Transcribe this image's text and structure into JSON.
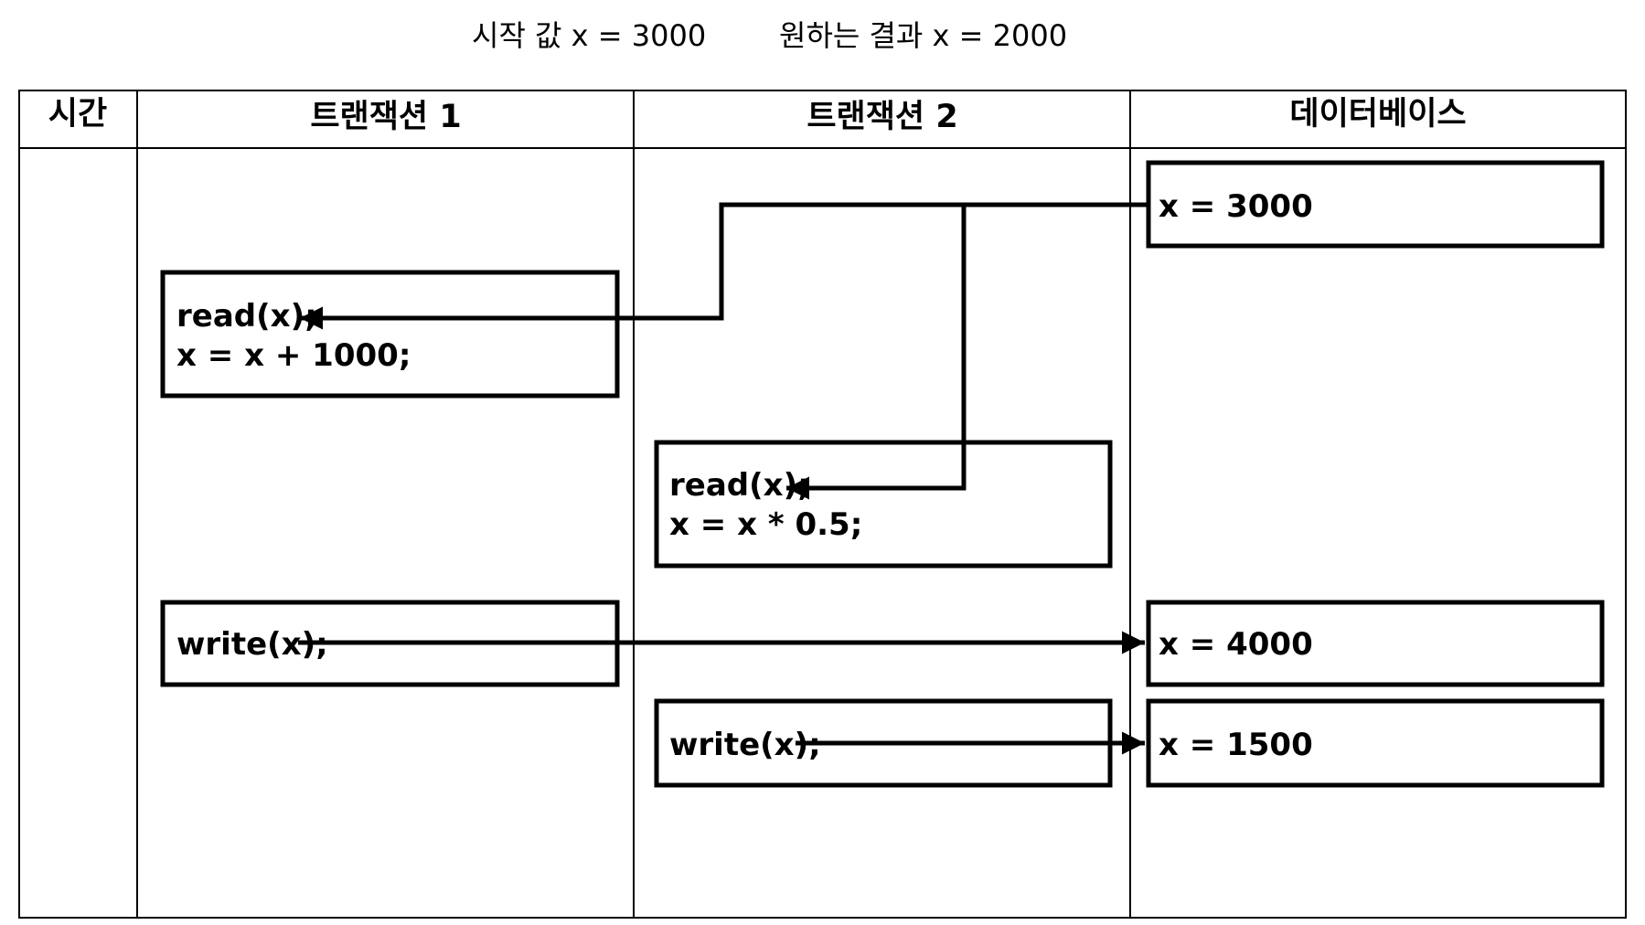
{
  "title": {
    "start": "시작 값 x = 3000",
    "goal": "원하는 결과 x = 2000"
  },
  "table": {
    "headers": {
      "time": "시간",
      "tx1": "트랜잭션 1",
      "tx2": "트랜잭션 2",
      "db": "데이터베이스"
    }
  },
  "tx1": {
    "read_line1": "read(x);",
    "read_line2": "x = x + 1000;",
    "write": "write(x);"
  },
  "tx2": {
    "read_line1": "read(x);",
    "read_line2": "x = x * 0.5;",
    "write": "write(x);"
  },
  "db": {
    "state1": "x = 3000",
    "state2": "x = 4000",
    "state3": "x = 1500"
  }
}
